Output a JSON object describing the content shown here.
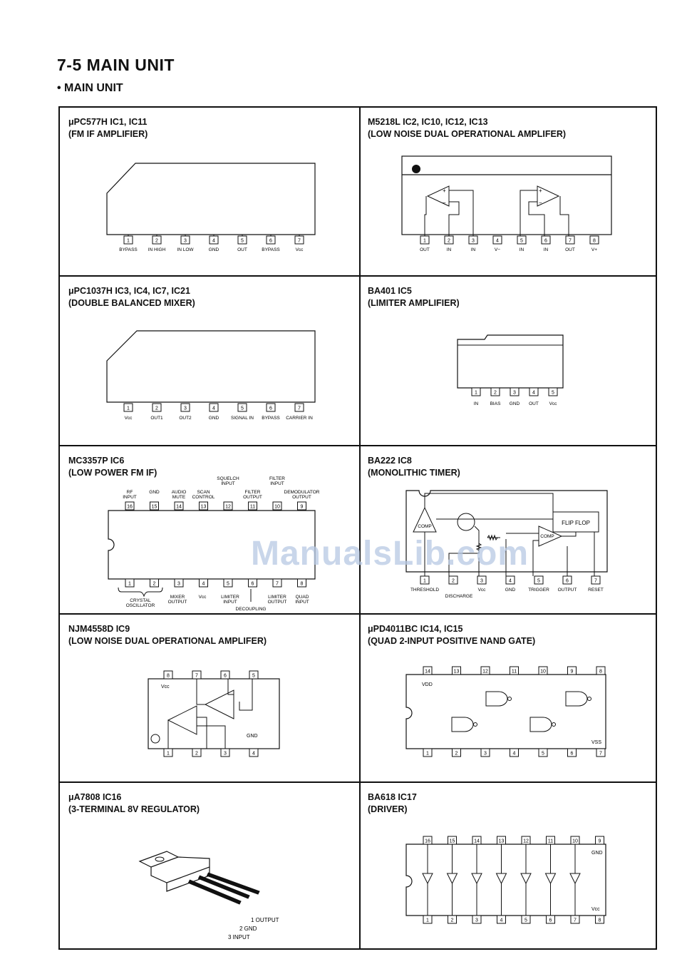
{
  "page": {
    "title": "7-5  MAIN UNIT",
    "subtitle": "• MAIN UNIT"
  },
  "watermark": "ManualsLib.com",
  "cells": [
    {
      "part": "μPC577H  IC1, IC11",
      "desc": "(FM IF AMPLIFIER)",
      "pins": [
        "1",
        "2",
        "3",
        "4",
        "5",
        "6",
        "7"
      ],
      "labels": [
        "BYPASS",
        "IN HIGH",
        "IN LOW",
        "GND",
        "OUT",
        "BYPASS",
        "Vcc"
      ]
    },
    {
      "part": "M5218L  IC2, IC10, IC12, IC13",
      "desc": "(LOW NOISE DUAL OPERATIONAL AMPLIFER)",
      "pins": [
        "1",
        "2",
        "3",
        "4",
        "5",
        "6",
        "7",
        "8"
      ],
      "labels": [
        "OUT",
        "IN",
        "IN",
        "V−",
        "IN",
        "IN",
        "OUT",
        "V+"
      ]
    },
    {
      "part": "μPC1037H  IC3, IC4, IC7, IC21",
      "desc": "(DOUBLE BALANCED MIXER)",
      "pins": [
        "1",
        "2",
        "3",
        "4",
        "5",
        "6",
        "7"
      ],
      "labels": [
        "Vcc",
        "OUT1",
        "OUT2",
        "GND",
        "SIGNAL IN",
        "BYPASS",
        "CARRIER IN"
      ]
    },
    {
      "part": "BA401  IC5",
      "desc": "(LIMITER AMPLIFIER)",
      "pins": [
        "1",
        "2",
        "3",
        "4",
        "5"
      ],
      "labels": [
        "IN",
        "BIAS",
        "GND",
        "OUT",
        "Vcc"
      ]
    },
    {
      "part": "MC3357P  IC6",
      "desc": "(LOW POWER FM IF)",
      "top_pins": [
        "16",
        "15",
        "14",
        "13",
        "12",
        "11",
        "10",
        "9"
      ],
      "top_labels": [
        "RF INPUT",
        "GND",
        "AUDIO MUTE",
        "SCAN CONTROL",
        "SQUELCH INPUT",
        "FILTER OUTPUT",
        "FILTER INPUT",
        "DEMODULATOR OUTPUT"
      ],
      "bottom_pins": [
        "1",
        "2",
        "3",
        "4",
        "5",
        "6",
        "7",
        "8"
      ],
      "bottom_labels": [
        "CRYSTAL OSCILLATOR",
        "MIXER OUTPUT",
        "Vcc",
        "LIMITER INPUT",
        "DECOUPLING",
        "LIMITER OUTPUT",
        "QUAD INPUT"
      ]
    },
    {
      "part": "BA222  IC8",
      "desc": "(MONOLITHIC TIMER)",
      "pins": [
        "1",
        "2",
        "3",
        "4",
        "5",
        "6",
        "7"
      ],
      "labels": [
        "THRESHOLD",
        "DISCHARGE",
        "Vcc",
        "GND",
        "TRIGGER",
        "OUTPUT",
        "RESET"
      ],
      "blocks": [
        "COMP",
        "COMP",
        "FLIP FLOP"
      ]
    },
    {
      "part": "NJM4558D  IC9",
      "desc": "(LOW NOISE DUAL OPERATIONAL AMPLIFER)",
      "top_pins": [
        "8",
        "7",
        "6",
        "5"
      ],
      "bottom_pins": [
        "1",
        "2",
        "3",
        "4"
      ],
      "labels": [
        "Vcc",
        "GND"
      ]
    },
    {
      "part": "μPD4011BC  IC14, IC15",
      "desc": "(QUAD 2-INPUT POSITIVE NAND GATE)",
      "top_pins": [
        "14",
        "13",
        "12",
        "11",
        "10",
        "9",
        "8"
      ],
      "bottom_pins": [
        "1",
        "2",
        "3",
        "4",
        "5",
        "6",
        "7"
      ],
      "labels": [
        "VDD",
        "VSS"
      ]
    },
    {
      "part": "μA7808  IC16",
      "desc": "(3-TERMINAL 8V REGULATOR)",
      "labels": [
        "1 OUTPUT",
        "2 GND",
        "3 INPUT"
      ]
    },
    {
      "part": "BA618  IC17",
      "desc": "(DRIVER)",
      "top_pins": [
        "16",
        "15",
        "14",
        "13",
        "12",
        "11",
        "10",
        "9"
      ],
      "bottom_pins": [
        "1",
        "2",
        "3",
        "4",
        "5",
        "6",
        "7",
        "8"
      ],
      "labels": [
        "GND",
        "Vcc"
      ]
    }
  ]
}
